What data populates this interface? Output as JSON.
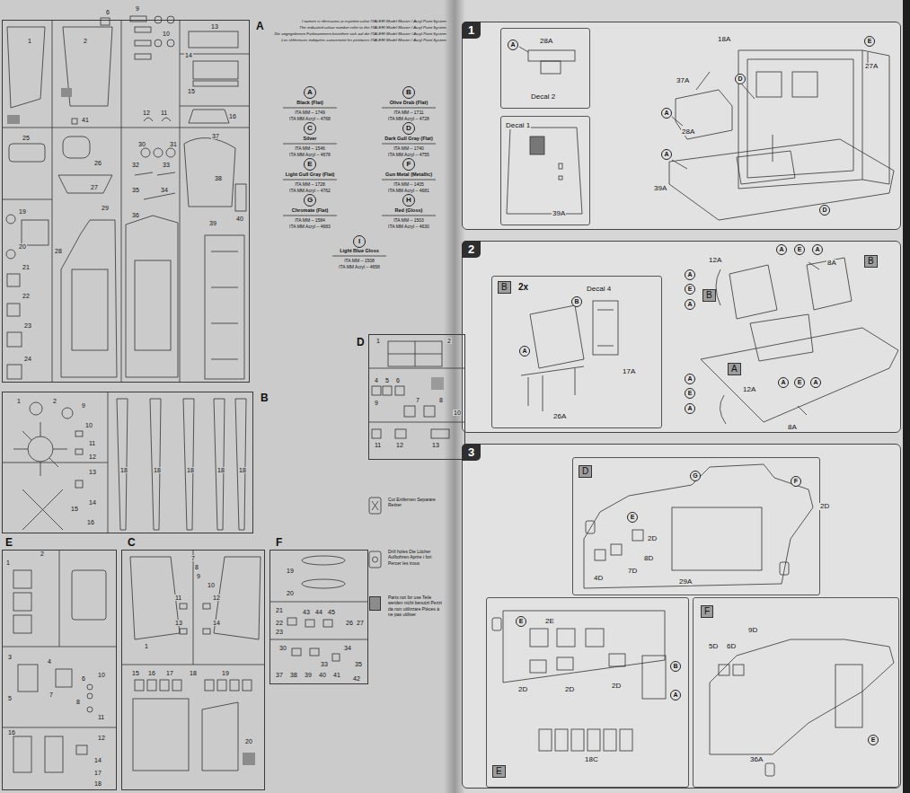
{
  "diagram": {
    "nodes": [
      {
        "text": [
          "A"
        ]
      },
      {
        "text": [
          "B"
        ]
      },
      {
        "text": [
          "D"
        ]
      },
      {
        "text": [
          "E"
        ]
      },
      {
        "text": [
          "C"
        ]
      },
      {
        "text": [
          "F"
        ]
      },
      {
        "text": [
          "1"
        ]
      },
      {
        "text": [
          "28A",
          "Decal 2"
        ],
        "in": 6
      },
      {
        "text": [
          "Decal 1",
          "39A"
        ],
        "in": 6
      },
      {
        "text": [
          "2"
        ]
      },
      {
        "text": [
          "B",
          "2x"
        ],
        "in": 9
      },
      {
        "text": [
          "3"
        ]
      },
      {
        "text": [
          "D"
        ],
        "in": 11
      },
      {
        "text": [
          "E"
        ],
        "in": 11
      },
      {
        "text": [
          "F"
        ],
        "in": 11
      }
    ],
    "labels": [
      "1",
      "2",
      "6",
      "9",
      "10",
      "13",
      "14",
      "15",
      "16",
      "11",
      "12",
      "41",
      "25",
      "26",
      "27",
      "28",
      "29",
      "19",
      "20",
      "21",
      "22",
      "23",
      "24",
      "30",
      "31",
      "32",
      "33",
      "34",
      "35",
      "36",
      "37",
      "38",
      "39",
      "40",
      "1",
      "2",
      "9",
      "10",
      "11",
      "12",
      "13",
      "14",
      "15",
      "16",
      "18",
      "18",
      "18",
      "18",
      "18",
      "1",
      "2",
      "4",
      "5",
      "6",
      "7",
      "8",
      "9",
      "10",
      "11",
      "12",
      "13",
      "1",
      "2",
      "3",
      "4",
      "5",
      "6",
      "7",
      "8",
      "10",
      "11",
      "12",
      "14",
      "16",
      "17",
      "18",
      "1",
      "7",
      "8",
      "9",
      "10",
      "11",
      "12",
      "13",
      "14",
      "15",
      "16",
      "17",
      "18",
      "19",
      "20",
      "19",
      "20",
      "21",
      "43",
      "44",
      "45",
      "22",
      "23",
      "26",
      "27",
      "30",
      "33",
      "34",
      "35",
      "37",
      "38",
      "39",
      "40",
      "41",
      "42",
      "I numeri si riferiscono ai rispettivi colori ITALERI Model Master / Acryl Paint System",
      "The indicated colour number refer to the ITALERI Model Master / Acryl Paint System",
      "Die angegebenen Farbnummern beziehen sich auf die ITALERI Model Master / Acryl Paint System",
      "Les références indiquées concernent les peintures ITALERI Model Master / Acryl Paint System",
      "A",
      "Black (Flat)",
      "ITA MM – 1749",
      "ITA MM Acryl – 4768",
      "B",
      "Olive Drab (Flat)",
      "ITA MM – 1711",
      "ITA MM Acryl – 4728",
      "C",
      "Silver",
      "ITA MM – 1546",
      "ITA MM Acryl – 4678",
      "D",
      "Dark Gull Gray (Flat)",
      "ITA MM – 1740",
      "ITA MM Acryl – 4755",
      "E",
      "Light Gull Gray (Flat)",
      "ITA MM – 1728",
      "ITA MM Acryl – 4762",
      "F",
      "Gun Metal (Metallic)",
      "ITA MM – 1405",
      "ITA MM Acryl – 4681",
      "G",
      "Chromate (Flat)",
      "ITA MM – 1584",
      "ITA MM Acryl – 4683",
      "H",
      "Red (Gloss)",
      "ITA MM – 1503",
      "ITA MM Acryl – 4630",
      "I",
      "Light Blue Gloss",
      "ITA MM – 1508",
      "ITA MM Acryl – 4658",
      "A",
      "E",
      "18A",
      "27A",
      "37A",
      "D",
      "A",
      "28A",
      "A",
      "39A",
      "D",
      "B",
      "A",
      "Decal 4",
      "17A",
      "26A",
      "A",
      "E",
      "A",
      "8A",
      "B",
      "B",
      "12A",
      "A",
      "E",
      "A",
      "A",
      "A",
      "E",
      "A",
      "12A",
      "A",
      "E",
      "A",
      "8A",
      "G",
      "E",
      "F",
      "2D",
      "2D",
      "8D",
      "7D",
      "4D",
      "29A",
      "E",
      "2E",
      "2D",
      "2D",
      "2D",
      "18C",
      "B",
      "A",
      "9D",
      "5D",
      "6D",
      "36A",
      "E"
    ],
    "legend": [
      {
        "text": "Cut Entfernen Separare Retirer"
      },
      {
        "text": "Drill holes Die Löcher Aufbohren Aprire i fori Percer les trous"
      },
      {
        "text": "Parts not for use Teile werden nicht benutzt Pezzi da non utilizzare Pièces à ne pas utiliser",
        "color": "#8c8c8c"
      }
    ]
  }
}
